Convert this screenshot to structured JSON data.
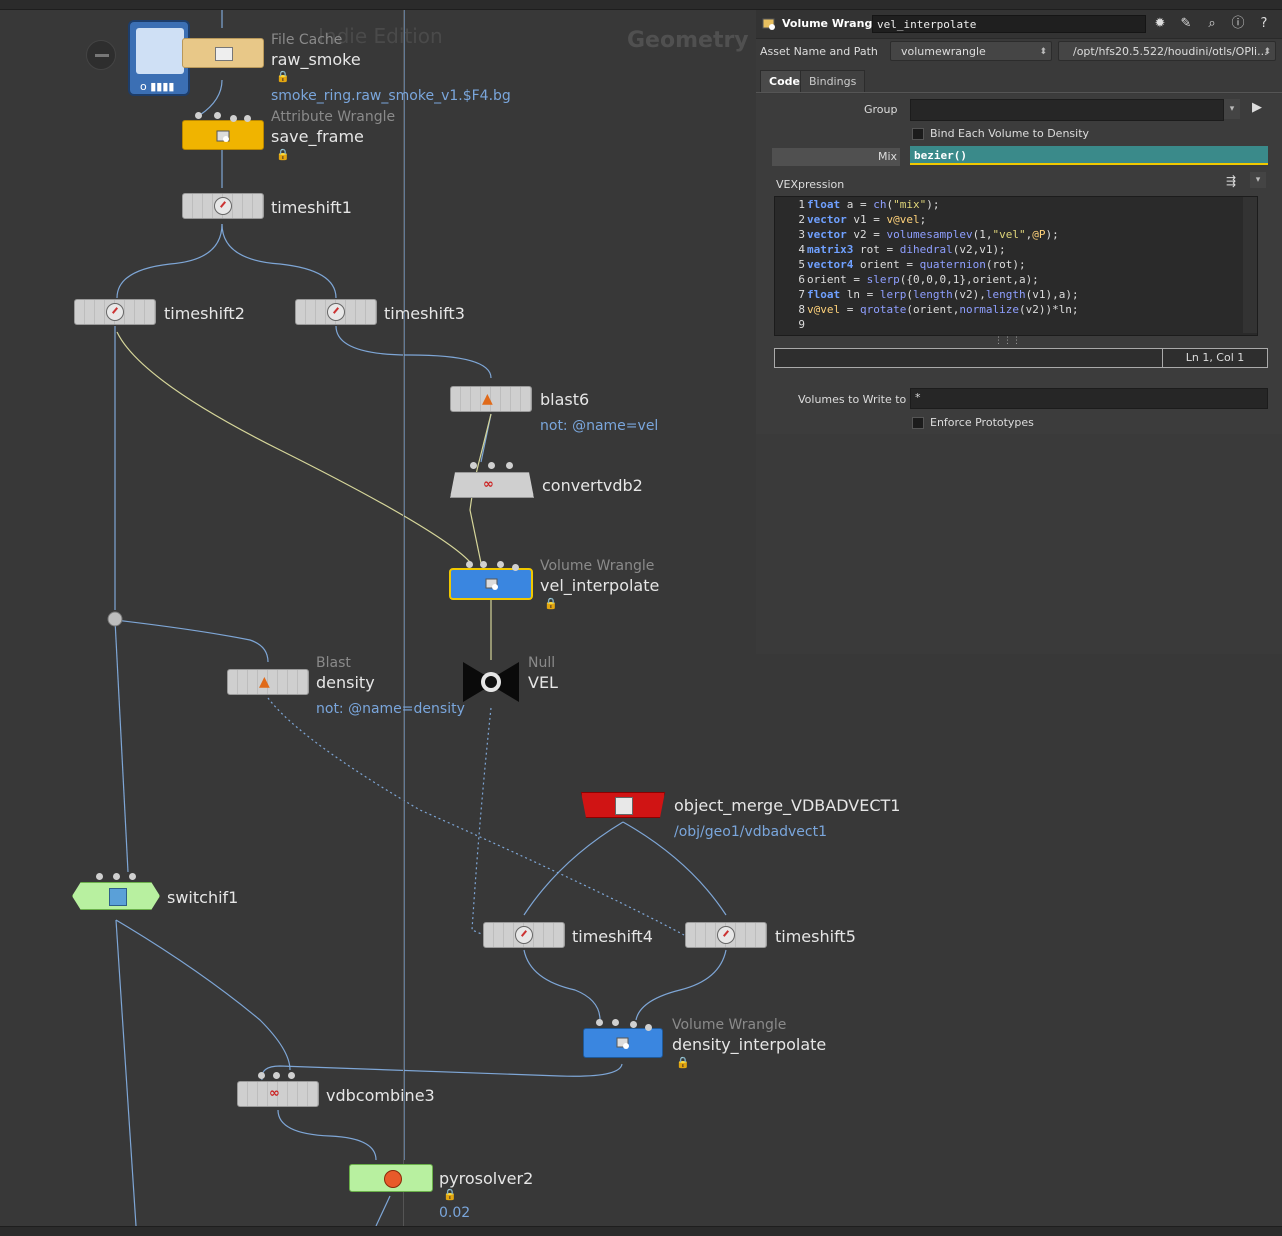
{
  "network": {
    "watermark": "Indie Edition",
    "context_label": "Geometry",
    "nodes": {
      "raw_smoke": {
        "type": "File Cache",
        "name": "raw_smoke",
        "comment": "smoke_ring.raw_smoke_v1.$F4.bg"
      },
      "save_frame": {
        "type": "Attribute Wrangle",
        "name": "save_frame"
      },
      "timeshift1": {
        "name": "timeshift1"
      },
      "timeshift2": {
        "name": "timeshift2"
      },
      "timeshift3": {
        "name": "timeshift3"
      },
      "blast6": {
        "name": "blast6",
        "comment": "not: @name=vel"
      },
      "convertvdb2": {
        "name": "convertvdb2"
      },
      "vel_interpolate": {
        "type": "Volume Wrangle",
        "name": "vel_interpolate"
      },
      "density": {
        "type": "Blast",
        "name": "density",
        "comment": "not: @name=density"
      },
      "VEL": {
        "type": "Null",
        "name": "VEL"
      },
      "object_merge": {
        "name": "object_merge_VDBADVECT1",
        "comment": "/obj/geo1/vdbadvect1"
      },
      "switchif1": {
        "name": "switchif1"
      },
      "timeshift4": {
        "name": "timeshift4"
      },
      "timeshift5": {
        "name": "timeshift5"
      },
      "density_interpolate": {
        "type": "Volume Wrangle",
        "name": "density_interpolate"
      },
      "vdbcombine3": {
        "name": "vdbcombine3"
      },
      "pyrosolver2": {
        "name": "pyrosolver2",
        "comment": "0.02"
      }
    }
  },
  "panel": {
    "op_type": "Volume Wrangle",
    "node_name": "vel_interpolate",
    "asset_label": "Asset Name and Path",
    "asset_name": "volumewrangle",
    "asset_path": "/opt/hfs20.5.522/houdini/otls/OPli...",
    "tabs": [
      "Code",
      "Bindings"
    ],
    "group_label": "Group",
    "group_value": "",
    "bind_density_label": "Bind Each Volume to Density",
    "mix_label": "Mix",
    "mix_value": "bezier()",
    "vexpression_label": "VEXpression",
    "code_lines": [
      "float a = ch(\"mix\");",
      "vector v1 = v@vel;",
      "vector v2 = volumesamplev(1,\"vel\",@P);",
      "matrix3 rot = dihedral(v2,v1);",
      "vector4 orient = quaternion(rot);",
      "orient = slerp({0,0,0,1},orient,a);",
      "float ln = lerp(length(v2),length(v1),a);",
      "v@vel = qrotate(orient,normalize(v2))*ln;",
      ""
    ],
    "line_numbers": [
      "1",
      "2",
      "3",
      "4",
      "5",
      "6",
      "7",
      "8",
      "9"
    ],
    "cursor_pos": "Ln 1, Col 1",
    "volumes_label": "Volumes to Write to",
    "volumes_value": "*",
    "enforce_label": "Enforce Prototypes",
    "colors": {
      "mix_field": "#3a8a8a",
      "accent": "#f0c800"
    }
  }
}
